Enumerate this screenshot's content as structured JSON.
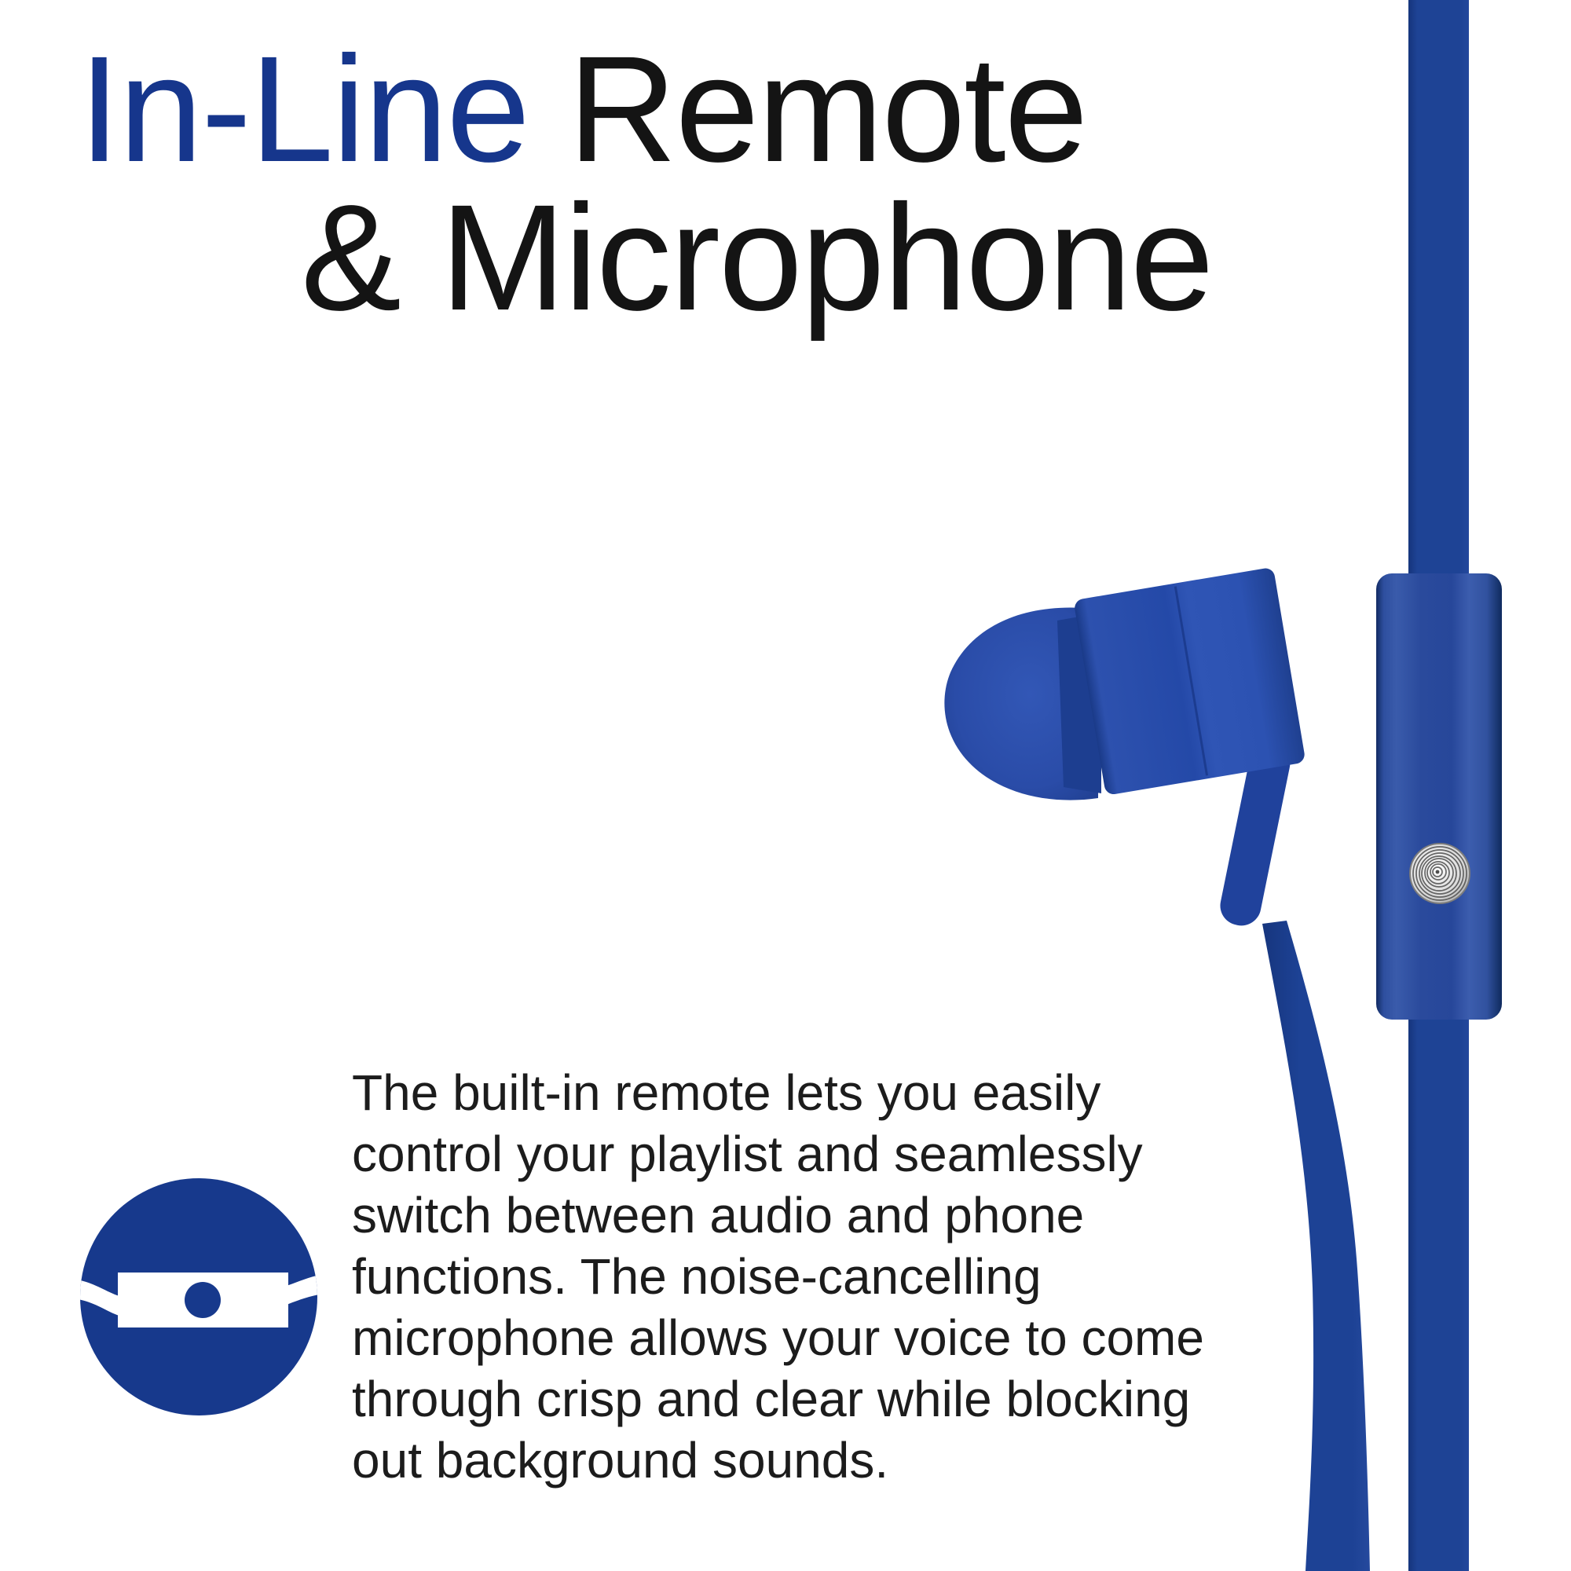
{
  "page": {
    "background": "#ffffff"
  },
  "title": {
    "highlight": "In-Line",
    "rest_line1": "Remote",
    "line2": "& Microphone",
    "highlight_color": "#16368c",
    "text_color": "#141414"
  },
  "body": {
    "text_color": "#1c1c1c",
    "lines": [
      "The built-in remote lets you easily",
      "control your playlist and seamlessly",
      "switch between audio and phone",
      "functions. The noise-cancelling",
      "microphone allows your voice to come",
      "through crisp and clear while blocking",
      "out background sounds."
    ]
  },
  "icon": {
    "name": "inline-remote-icon",
    "circle_color": "#17398c",
    "detail_color": "#ffffff",
    "dot_color": "#17398c"
  },
  "product": {
    "colors": {
      "cable_blue": "#1e4395",
      "cable_edge_dark": "#16357d",
      "module_blue": "#2a4a9c",
      "module_edge_dark": "#122b63",
      "earbud_body_blue": "#2449a8",
      "earbud_tip_blue": "#2a4ca6",
      "mic_silver": "#d8d8d8"
    }
  }
}
